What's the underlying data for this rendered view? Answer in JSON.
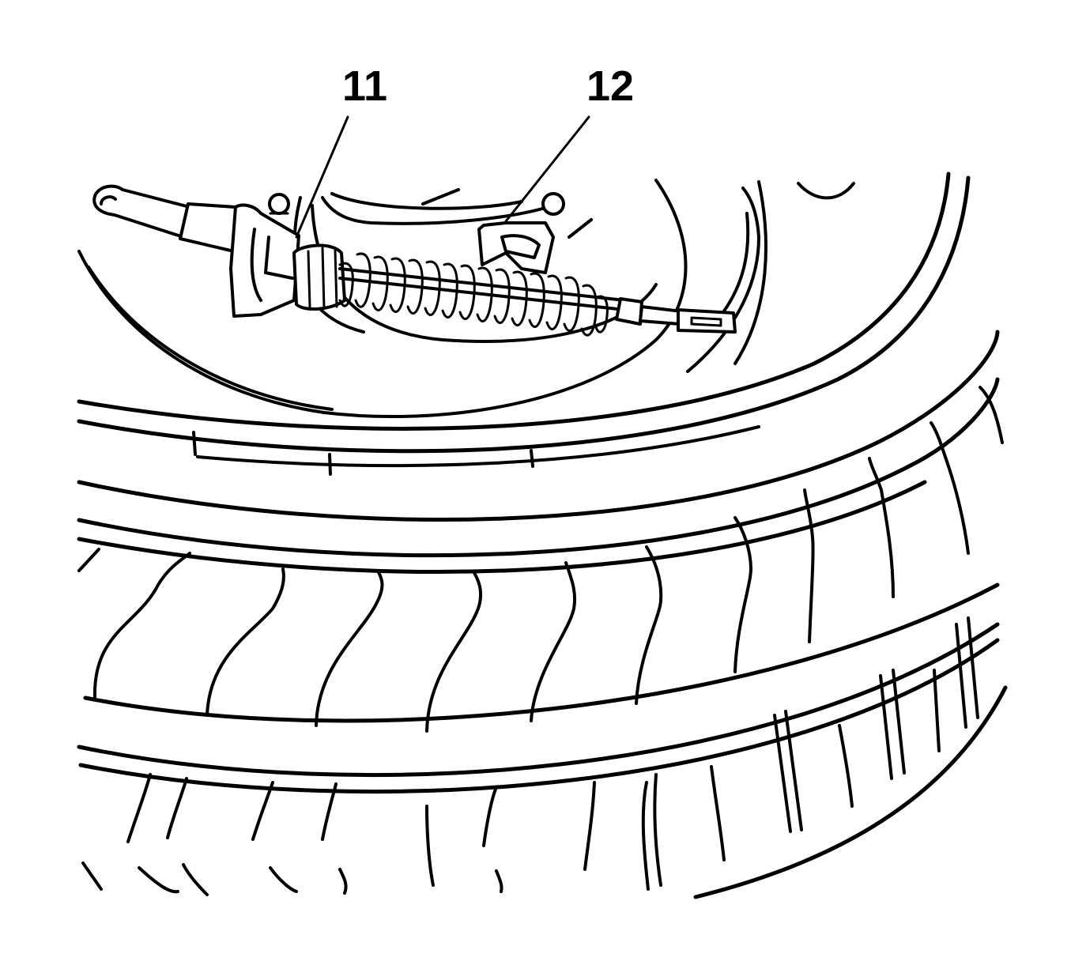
{
  "callouts": [
    {
      "id": "11",
      "label": "11"
    },
    {
      "id": "12",
      "label": "12"
    }
  ],
  "colors": {
    "line": "#000000",
    "background": "#ffffff"
  },
  "components": {
    "part_11_icon": "parking-brake-cable-end-icon",
    "part_12_icon": "return-spring-bracket-icon",
    "tire_icon": "tire-tread-icon"
  }
}
